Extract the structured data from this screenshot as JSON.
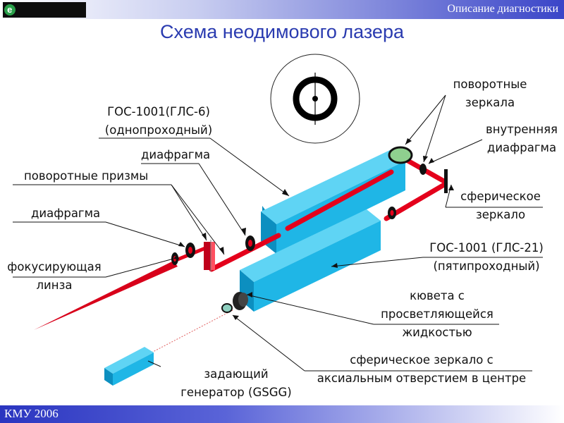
{
  "header": {
    "logo_text": "",
    "section": "Описание диагностики"
  },
  "title": "Схема неодимового лазера",
  "footer": "КМУ 2006",
  "colors": {
    "beam": "#e4001b",
    "block_face": "#1fb6e6",
    "block_side": "#0c8fc0",
    "block_top": "#5fd4f4",
    "title_text": "#2a3bb0"
  },
  "labels": {
    "gos_single_line1": "ГОС-1001(ГЛС-6)",
    "gos_single_line2": "(однопроходный)",
    "diaphragm_top": "диафрагма",
    "turning_prisms": "поворотные призмы",
    "diaphragm_left": "диафрагма",
    "focusing_lens_line1": "фокусирующая",
    "focusing_lens_line2": "линза",
    "turning_mirrors_line1": "поворотные",
    "turning_mirrors_line2": "зеркала",
    "inner_diaphragm_line1": "внутренняя",
    "inner_diaphragm_line2": "диафрагма",
    "spherical_mirror_line1": "сферическое",
    "spherical_mirror_line2": "зеркало",
    "gos_five_line1": "ГОС-1001 (ГЛС-21)",
    "gos_five_line2": "(пятипроходный)",
    "cuvette_line1": "кювета с",
    "cuvette_line2": "просветляющейся",
    "cuvette_line3": "жидкостью",
    "sph_axial_line1": "сферическое зеркало с",
    "sph_axial_line2": "аксиальным отверстием в центре",
    "master_line1": "задающий",
    "master_line2": "генератор (GSGG)"
  }
}
